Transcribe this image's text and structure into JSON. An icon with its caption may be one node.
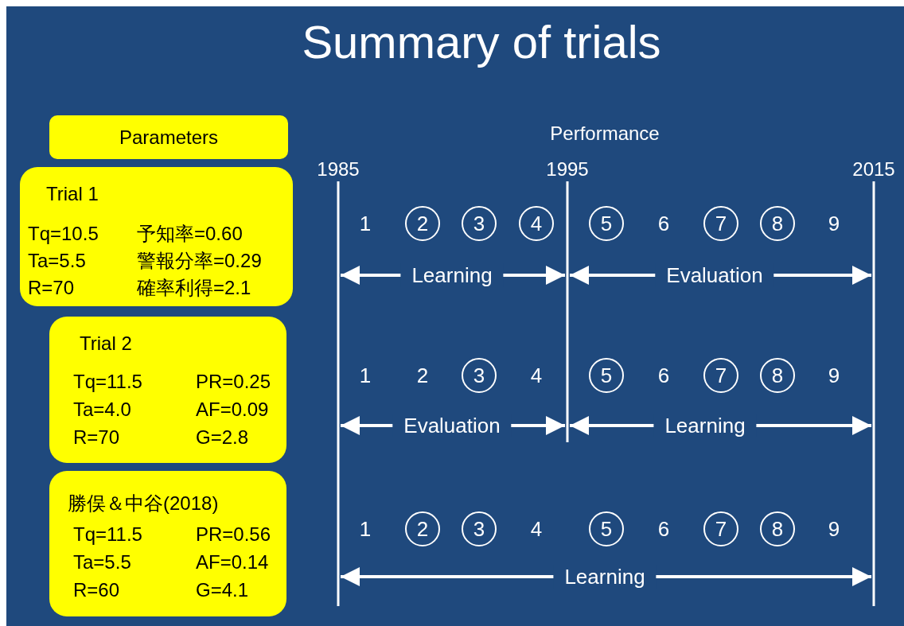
{
  "diagram": {
    "title": "Summary of trials",
    "nodes": [
      {
        "text": [
          "Parameters"
        ]
      },
      {
        "text": [
          "Trial 1",
          "Tq=10.5",
          "予知率=0.60",
          "Ta=5.5",
          "警報分率=0.29",
          "R=70",
          "確率利得=2.1"
        ]
      },
      {
        "text": [
          "Trial 2",
          "Tq=11.5",
          "PR=0.25",
          "Ta=4.0",
          "AF=0.09",
          "R=70",
          "G=2.8"
        ]
      },
      {
        "text": [
          "勝俣＆中谷(2018)",
          "Tq=11.5",
          "PR=0.56",
          "Ta=5.5",
          "AF=0.14",
          "R=60",
          "G=4.1"
        ]
      },
      {
        "text": [
          "2"
        ]
      },
      {
        "text": [
          "3"
        ]
      },
      {
        "text": [
          "4"
        ]
      },
      {
        "text": [
          "5"
        ]
      },
      {
        "text": [
          "7"
        ]
      },
      {
        "text": [
          "8"
        ]
      },
      {
        "text": [
          "3"
        ]
      },
      {
        "text": [
          "5"
        ]
      },
      {
        "text": [
          "7"
        ]
      },
      {
        "text": [
          "8"
        ]
      },
      {
        "text": [
          "2"
        ]
      },
      {
        "text": [
          "3"
        ]
      },
      {
        "text": [
          "5"
        ]
      },
      {
        "text": [
          "7"
        ]
      },
      {
        "text": [
          "8"
        ]
      }
    ],
    "labels": [
      "Performance",
      "1985",
      "1995",
      "2015",
      "1",
      "6",
      "9",
      "Learning",
      "Evaluation",
      "1",
      "2",
      "4",
      "6",
      "9",
      "Evaluation",
      "Learning",
      "1",
      "4",
      "6",
      "9",
      "Learning"
    ]
  }
}
